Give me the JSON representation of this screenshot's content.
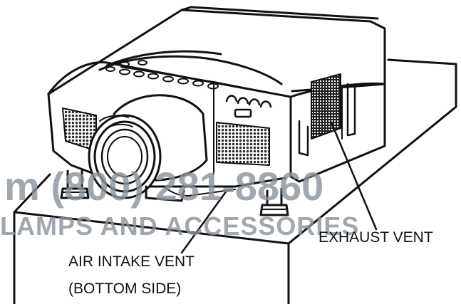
{
  "labels": {
    "exhaust_vent": "EXHAUST VENT",
    "air_intake_line1": "AIR INTAKE VENT",
    "air_intake_line2": "(BOTTOM SIDE)"
  },
  "watermark": {
    "phone": "m (800) 281-8860",
    "tagline": "LAMPS AND ACCESSORIES",
    "color": "#8a929c"
  },
  "colors": {
    "ink": "#111111",
    "vent_fill": "#2a2a2a",
    "paper": "#ffffff"
  }
}
